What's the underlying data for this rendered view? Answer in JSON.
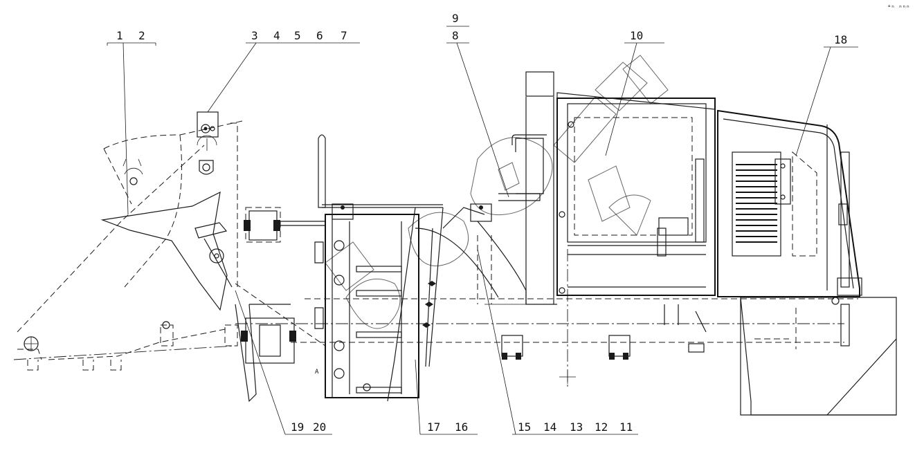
{
  "callouts": {
    "c1": "1",
    "c2": "2",
    "c3": "3",
    "c4": "4",
    "c5": "5",
    "c6": "6",
    "c7": "7",
    "c8": "8",
    "c9": "9",
    "c10": "10",
    "c11": "11",
    "c12": "12",
    "c13": "13",
    "c14": "14",
    "c15": "15",
    "c16": "16",
    "c17": "17",
    "c18": "18",
    "c19": "19",
    "c20": "20"
  },
  "view_label": "A",
  "corner_mark": "°ⁿ ⁿⁿⁿ"
}
